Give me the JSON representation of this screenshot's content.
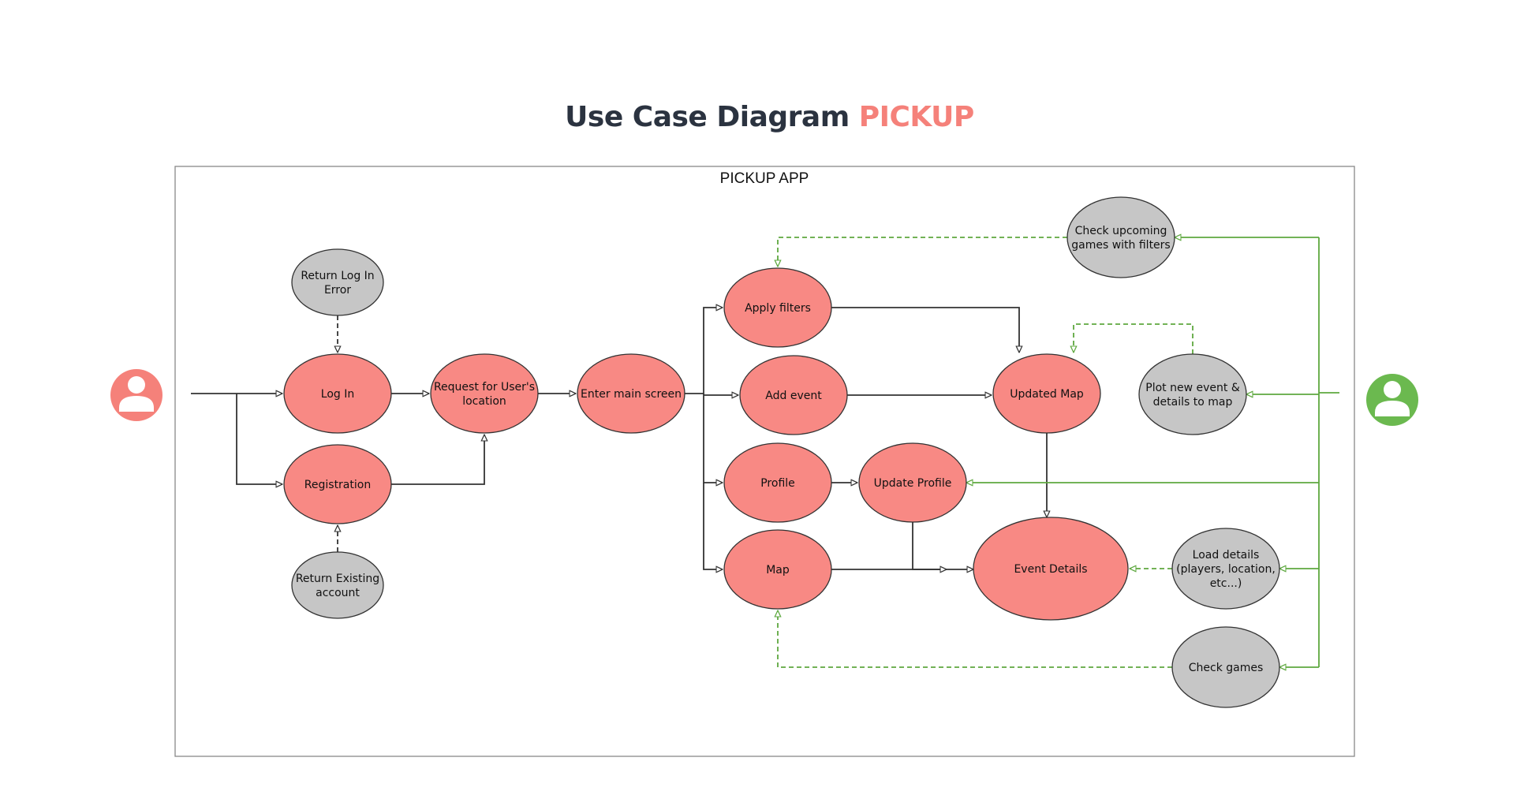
{
  "title": {
    "main": "Use Case Diagram",
    "accent": "PICKUP"
  },
  "system": {
    "label": "PICKUP APP"
  },
  "actors": [
    {
      "id": "user",
      "icon": "user-actor-icon",
      "color": "#f5817a"
    },
    {
      "id": "server",
      "icon": "server-actor-icon",
      "color": "#6bb94f"
    }
  ],
  "colors": {
    "primary_node": "#f88984",
    "secondary_node": "#c6c6c6",
    "node_stroke": "#333333",
    "flow_edge": "#333333",
    "server_edge": "#5ea83f",
    "frame": "#888888"
  },
  "nodes": [
    {
      "id": "login_error",
      "kind": "secondary",
      "lines": [
        "Return Log In",
        "Error"
      ]
    },
    {
      "id": "login",
      "kind": "primary",
      "lines": [
        "Log In"
      ]
    },
    {
      "id": "registration",
      "kind": "primary",
      "lines": [
        "Registration"
      ]
    },
    {
      "id": "existing",
      "kind": "secondary",
      "lines": [
        "Return Existing",
        "account"
      ]
    },
    {
      "id": "location",
      "kind": "primary",
      "lines": [
        "Request for User's",
        "location"
      ]
    },
    {
      "id": "main",
      "kind": "primary",
      "lines": [
        "Enter main screen"
      ]
    },
    {
      "id": "filters",
      "kind": "primary",
      "lines": [
        "Apply filters"
      ]
    },
    {
      "id": "add_event",
      "kind": "primary",
      "lines": [
        "Add event"
      ]
    },
    {
      "id": "profile",
      "kind": "primary",
      "lines": [
        "Profile"
      ]
    },
    {
      "id": "map",
      "kind": "primary",
      "lines": [
        "Map"
      ]
    },
    {
      "id": "update_profile",
      "kind": "primary",
      "lines": [
        "Update Profile"
      ]
    },
    {
      "id": "updated_map",
      "kind": "primary",
      "lines": [
        "Updated Map"
      ]
    },
    {
      "id": "event_details",
      "kind": "primary",
      "lines": [
        "Event Details"
      ]
    },
    {
      "id": "check_upcoming",
      "kind": "secondary",
      "lines": [
        "Check upcoming",
        "games with filters"
      ]
    },
    {
      "id": "plot_event",
      "kind": "secondary",
      "lines": [
        "Plot new event &",
        "details to map"
      ]
    },
    {
      "id": "load_details",
      "kind": "secondary",
      "lines": [
        "Load details",
        "(players, location,",
        "etc...)"
      ]
    },
    {
      "id": "check_games",
      "kind": "secondary",
      "lines": [
        "Check games"
      ]
    }
  ],
  "edges": [
    {
      "from": "user",
      "to": "login",
      "style": "flow"
    },
    {
      "from": "user",
      "to": "registration",
      "style": "flow"
    },
    {
      "from": "login_error",
      "to": "login",
      "style": "include"
    },
    {
      "from": "existing",
      "to": "registration",
      "style": "include"
    },
    {
      "from": "login",
      "to": "location",
      "style": "flow"
    },
    {
      "from": "registration",
      "to": "location",
      "style": "flow"
    },
    {
      "from": "location",
      "to": "main",
      "style": "flow"
    },
    {
      "from": "main",
      "to": "filters",
      "style": "flow"
    },
    {
      "from": "main",
      "to": "add_event",
      "style": "flow"
    },
    {
      "from": "main",
      "to": "profile",
      "style": "flow"
    },
    {
      "from": "main",
      "to": "map",
      "style": "flow"
    },
    {
      "from": "filters",
      "to": "updated_map",
      "style": "flow"
    },
    {
      "from": "add_event",
      "to": "updated_map",
      "style": "flow"
    },
    {
      "from": "profile",
      "to": "update_profile",
      "style": "flow"
    },
    {
      "from": "updated_map",
      "to": "event_details",
      "style": "flow"
    },
    {
      "from": "map",
      "to": "event_details",
      "style": "flow"
    },
    {
      "from": "update_profile",
      "to": "event_details",
      "style": "flow"
    },
    {
      "from": "check_upcoming",
      "to": "filters",
      "style": "extend"
    },
    {
      "from": "plot_event",
      "to": "updated_map",
      "style": "extend"
    },
    {
      "from": "load_details",
      "to": "event_details",
      "style": "extend"
    },
    {
      "from": "check_games",
      "to": "map",
      "style": "extend"
    },
    {
      "from": "server",
      "to": "check_upcoming",
      "style": "server"
    },
    {
      "from": "server",
      "to": "plot_event",
      "style": "server"
    },
    {
      "from": "server",
      "to": "update_profile",
      "style": "server"
    },
    {
      "from": "server",
      "to": "load_details",
      "style": "server"
    },
    {
      "from": "server",
      "to": "check_games",
      "style": "server"
    }
  ]
}
